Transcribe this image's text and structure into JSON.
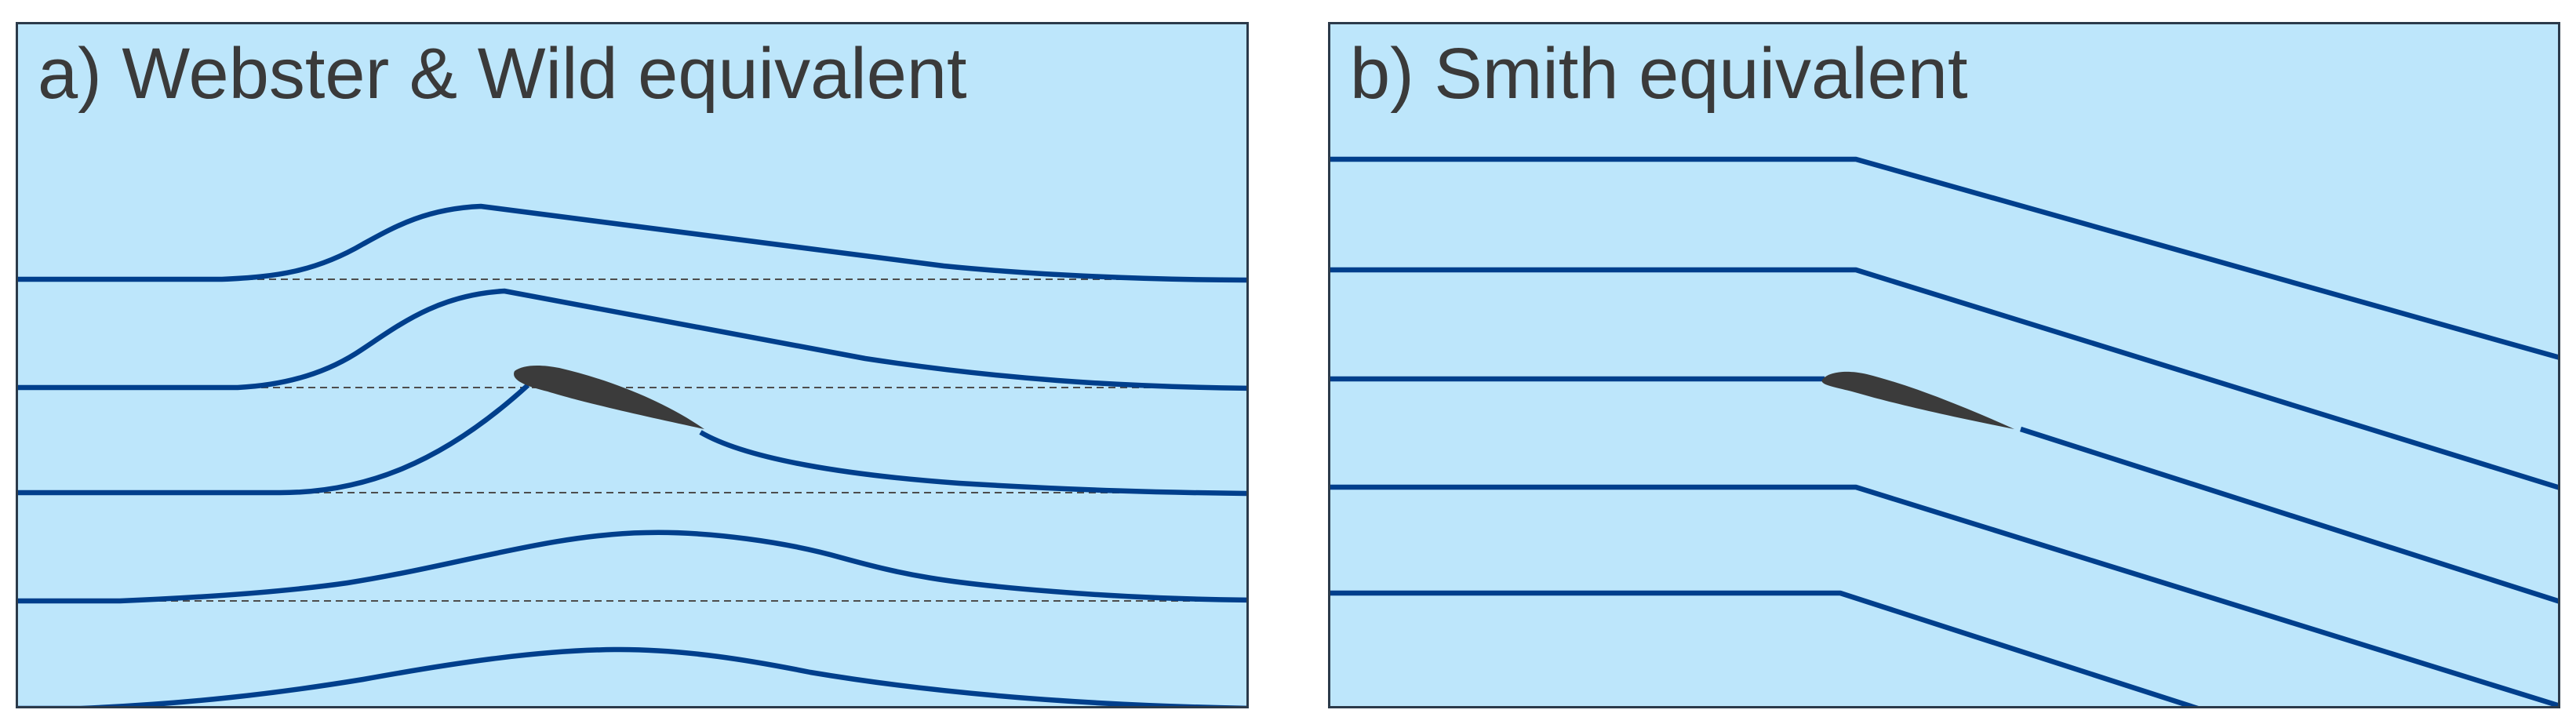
{
  "panels": [
    {
      "id": "a",
      "title": "a) Webster & Wild equivalent"
    },
    {
      "id": "b",
      "title": "b) Smith equivalent"
    }
  ],
  "colors": {
    "background": "#bde6fb",
    "border": "#2b3a4a",
    "streamline": "#003f8c",
    "guide_line": "#4d4d4d",
    "airfoil": "#3b3b3b",
    "title_text": "#3a3a3a"
  }
}
